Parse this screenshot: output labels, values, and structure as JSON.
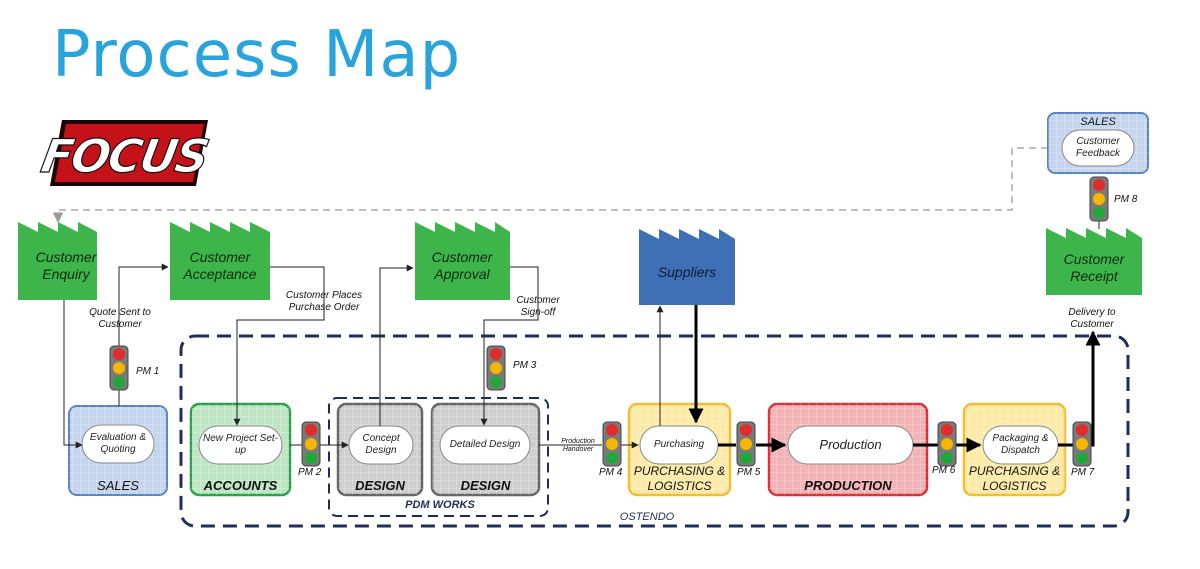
{
  "title": "Process Map",
  "logo": "FOCUS",
  "factories": {
    "customer_enquiry": "Customer Enquiry",
    "customer_acceptance": "Customer Acceptance",
    "customer_approval": "Customer Approval",
    "suppliers": "Suppliers",
    "customer_receipt": "Customer Receipt"
  },
  "boxes": {
    "sales_left": {
      "step": "Evaluation & Quoting",
      "dept": "SALES"
    },
    "accounts": {
      "step": "New Project Set-up",
      "dept": "ACCOUNTS"
    },
    "design1": {
      "step": "Concept Design",
      "dept": "DESIGN"
    },
    "design2": {
      "step": "Detailed Design",
      "dept": "DESIGN"
    },
    "purchasing": {
      "step": "Purchasing",
      "dept": "PURCHASING & LOGISTICS"
    },
    "production": {
      "step": "Production",
      "dept": "PRODUCTION"
    },
    "packaging": {
      "step": "Packaging & Dispatch",
      "dept": "PURCHASING & LOGISTICS"
    },
    "sales_top": {
      "step": "Customer Feedback",
      "dept": "SALES"
    }
  },
  "groups": {
    "pdm_works": "PDM WORKS",
    "ostendo": "OSTENDO"
  },
  "labels": {
    "quote_sent": "Quote Sent to Customer",
    "purchase_order": "Customer Places Purchase Order",
    "sign_off": "Customer Sign-off",
    "production_handover": "Production Handover",
    "delivery": "Delivery to Customer"
  },
  "process_measures": [
    "PM 1",
    "PM 2",
    "PM 3",
    "PM 4",
    "PM 5",
    "PM 6",
    "PM 7",
    "PM 8"
  ],
  "colors": {
    "title": "#29a3dc",
    "factory_green": "#3db54a",
    "suppliers_blue": "#3f6fb5",
    "ostendo_border": "#1f2d5c",
    "sales": "#c5d5ee",
    "accounts": "#bfe6c4",
    "design": "#cfcfcf",
    "purchasing": "#fde9a8",
    "production": "#f3b4b8",
    "light_red": "#e22b2b",
    "light_amber": "#f7b500",
    "light_green": "#22a63a"
  }
}
